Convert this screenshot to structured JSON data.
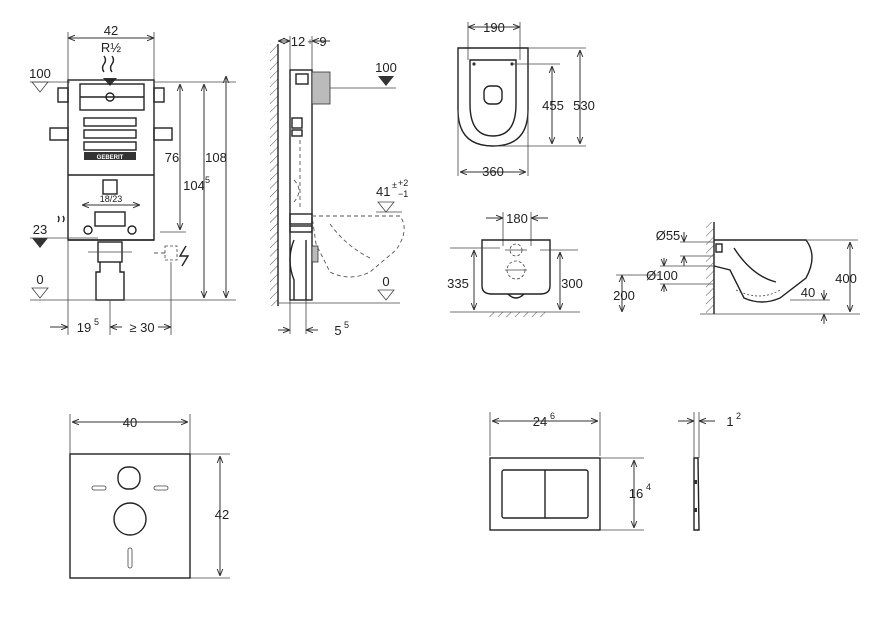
{
  "frame_front": {
    "width_top": "42",
    "thread": "R½",
    "level_top": "100",
    "height_76": "76",
    "height_1045": "104",
    "height_1045_sup": "5",
    "height_108": "108",
    "pipe_size": "18/23",
    "level_23": "23",
    "level_0": "0",
    "offset_195": "19",
    "offset_195_sup": "5",
    "min_30": "≥ 30",
    "brand": "GEBERIT"
  },
  "frame_side": {
    "dim_12": "12",
    "dim_9": "9",
    "level_100": "100",
    "bowl_height": "41",
    "tol_plus": "+2",
    "tol_minus": "−1",
    "level_0": "0",
    "dim_55": "5",
    "dim_55_sup": "5"
  },
  "toilet_top": {
    "width_190": "190",
    "length_455": "455",
    "length_530": "530",
    "width_360": "360"
  },
  "toilet_front": {
    "width_180": "180",
    "height_335": "335",
    "height_300": "300"
  },
  "toilet_side": {
    "dia_55": "Ø55",
    "dia_100": "Ø100",
    "height_200": "200",
    "height_400": "400",
    "height_40": "40"
  },
  "plate": {
    "width_40": "40",
    "height_42": "42"
  },
  "button": {
    "width_246": "24",
    "width_246_sup": "6",
    "height_164": "16",
    "height_164_sup": "4",
    "depth_12": "1",
    "depth_12_sup": "2"
  }
}
